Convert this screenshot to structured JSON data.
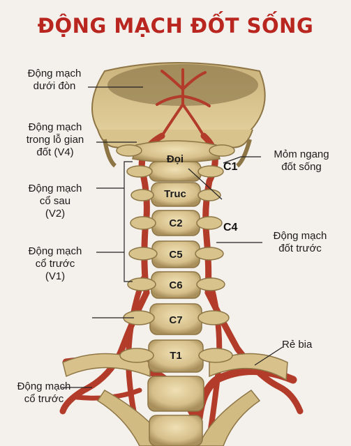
{
  "title": "ĐỘNG MẠCH ĐỐT SỐNG",
  "labels": {
    "subclavian_top": "Động mạch\ndưới đòn",
    "v4": "Động mạch\ntrong lỗ gian\nđốt (V4)",
    "v2": "Động mạch\ncổ sau\n(V2)",
    "v1": "Động mạch\ncổ trước\n(V1)",
    "transverse": "Mỏm ngang\nđốt sống",
    "anterior_vertebral": "Động mạch\nđốt trước",
    "rib": "Rẻ bia",
    "anterior_bottom": "Động mạch\ncổ trước"
  },
  "vertebrae": [
    "Đọi",
    "Truc",
    "C2",
    "C5",
    "C6",
    "C7",
    "T1"
  ],
  "side_levels": [
    "C1",
    "C4"
  ],
  "colors": {
    "title": "#b8261f",
    "bone": "#dcc796",
    "bone_shadow": "#a78f5c",
    "artery": "#b23b2a",
    "artery_dark": "#7d2219",
    "line": "#222222"
  }
}
